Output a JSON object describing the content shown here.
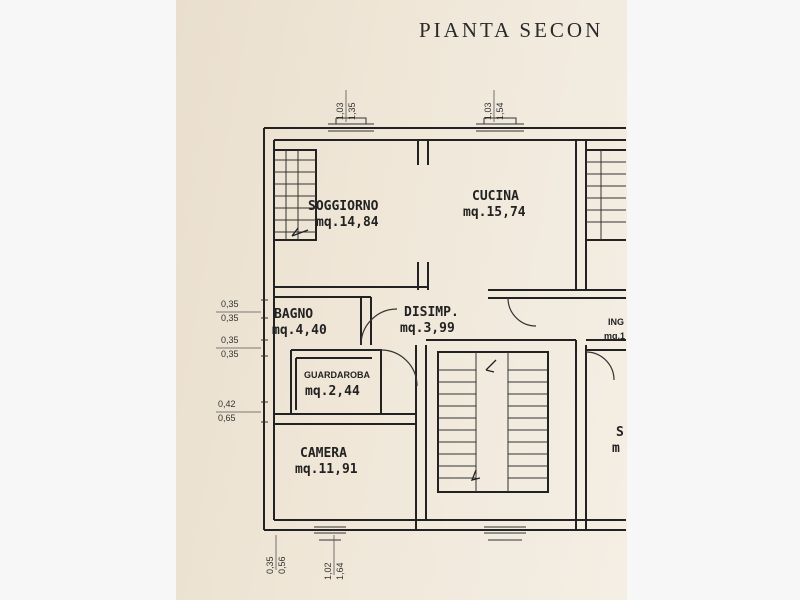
{
  "title": "PIANTA SECON",
  "rooms": {
    "soggiorno": {
      "name": "SOGGIORNO",
      "area": "mq.14,84"
    },
    "cucina": {
      "name": "CUCINA",
      "area": "mq.15,74"
    },
    "bagno": {
      "name": "BAGNO",
      "area": "mq.4,40"
    },
    "disimp": {
      "name": "DISIMP.",
      "area": "mq.3,99"
    },
    "guardaroba": {
      "name": "GUARDAROBA",
      "area": "mq.2,44"
    },
    "camera": {
      "name": "CAMERA",
      "area": "mq.11,91"
    },
    "ing_partial": {
      "name": "ING",
      "area": "mq.1"
    },
    "right_partial_1": "S",
    "right_partial_2": "m"
  },
  "dimensions": {
    "top_window_1": [
      "1,03",
      "1,35"
    ],
    "top_window_2": [
      "1,03",
      "1,54"
    ],
    "left_1": [
      "0,35",
      "0,35"
    ],
    "left_2": [
      "0,35",
      "0,35"
    ],
    "left_3": [
      "0,42",
      "0,65"
    ],
    "bottom_1": [
      "0,35",
      "0,56"
    ],
    "bottom_2": [
      "1,02",
      "1,64"
    ]
  }
}
